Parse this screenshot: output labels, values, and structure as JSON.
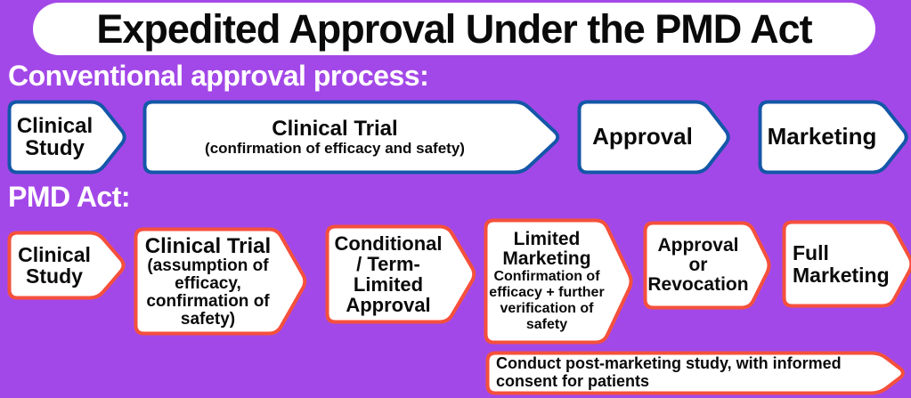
{
  "title": "Expedited Approval Under the PMD Act",
  "conventional": {
    "heading": "Conventional approval process:",
    "steps": [
      {
        "label": "Clinical\nStudy"
      },
      {
        "label": "Clinical Trial",
        "sub": "(confirmation of efficacy and safety)"
      },
      {
        "label": "Approval"
      },
      {
        "label": "Marketing"
      }
    ]
  },
  "pmd": {
    "heading": "PMD Act:",
    "steps": [
      {
        "label": "Clinical\nStudy"
      },
      {
        "label": "Clinical Trial",
        "sub": "(assumption of\nefficacy,\nconfirmation of\nsafety)"
      },
      {
        "label": "Conditional\n/ Term-\nLimited\nApproval"
      },
      {
        "label": "Limited\nMarketing",
        "sub": "Confirmation of\nefficacy + further\nverification of\nsafety"
      },
      {
        "label": "Approval\nor\nRevocation"
      },
      {
        "label": "Full\nMarketing"
      }
    ],
    "note": "Conduct post-marketing study, with informed\nconsent for patients"
  },
  "colors": {
    "background": "#a348e8",
    "conventional_border": "#1457a8",
    "pmd_border": "#f4503c",
    "box_fill": "#ffffff",
    "heading_text": "#ffffff",
    "label_text": "#0a0a0a"
  }
}
